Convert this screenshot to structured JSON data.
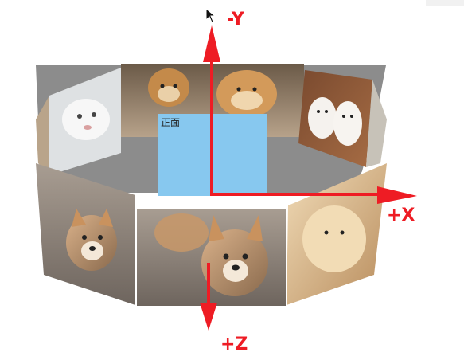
{
  "front_face_label": "正面",
  "axes": {
    "neg_y": "-Y",
    "pos_x": "+X",
    "pos_z": "+Z"
  },
  "colors": {
    "axis_red": "#ee1c24",
    "front_face_blue": "#87c8ef",
    "inner_gray": "#8c8c8c"
  },
  "icons": [
    "puppy-photo",
    "cursor-arrow-icon"
  ]
}
